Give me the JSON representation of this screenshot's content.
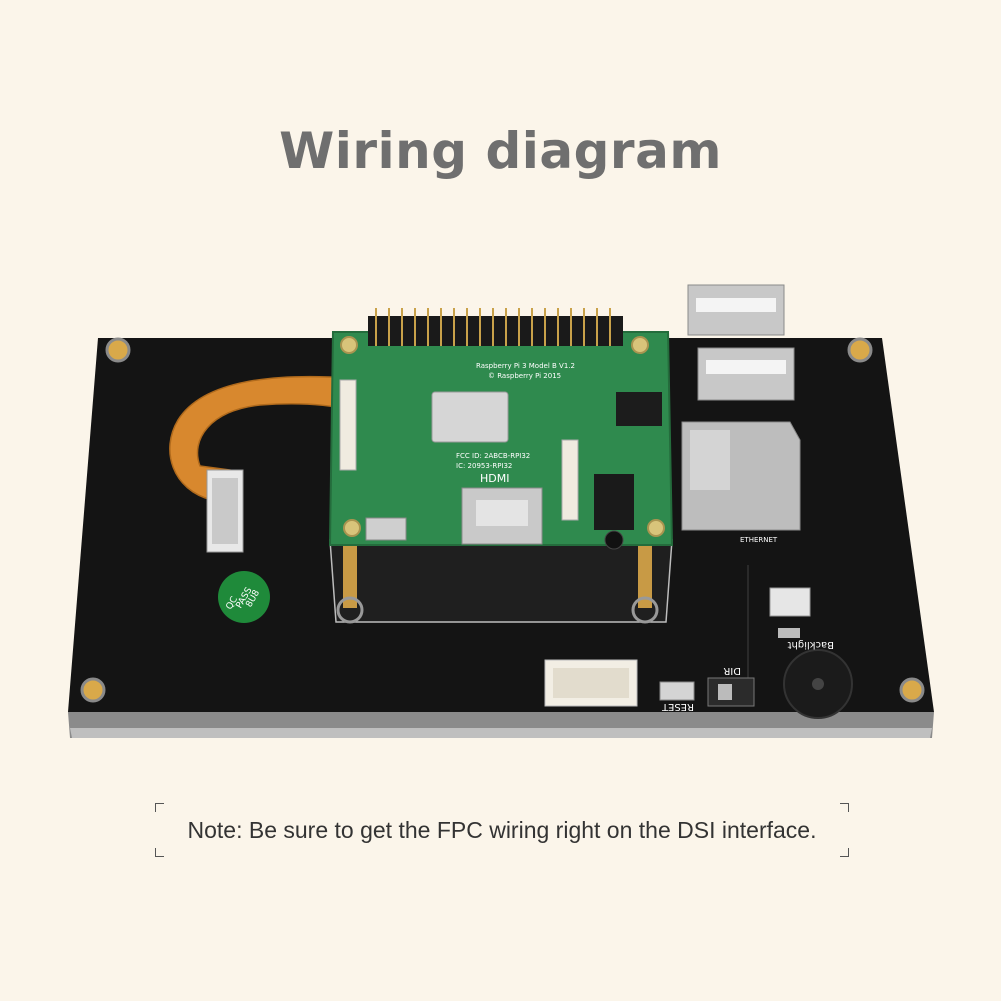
{
  "title": "Wiring diagram",
  "note": "Note: Be sure to get the FPC wiring right on the DSI interface.",
  "board_labels": {
    "backlight": "Backlight",
    "reset": "RESET",
    "dir": "DIR",
    "hdmi": "HDMI",
    "ethernet": "ETHERNET",
    "model": "Raspberry Pi 3 Model B V1.2",
    "copyright": "© Raspberry Pi 2015",
    "fcc": "FCC ID: 2ABCB-RPI32",
    "ic": "IC: 20953-RPI32",
    "qc_top": "QC",
    "qc_mid": "PASS",
    "qc_code": "8U8"
  },
  "colors": {
    "background": "#fbf5ea",
    "title": "#6f6f6f",
    "pcb_green": "#2f8a4e",
    "display_black": "#141414",
    "fpc_orange": "#d8882e",
    "qc_sticker": "#1f8a3a"
  }
}
